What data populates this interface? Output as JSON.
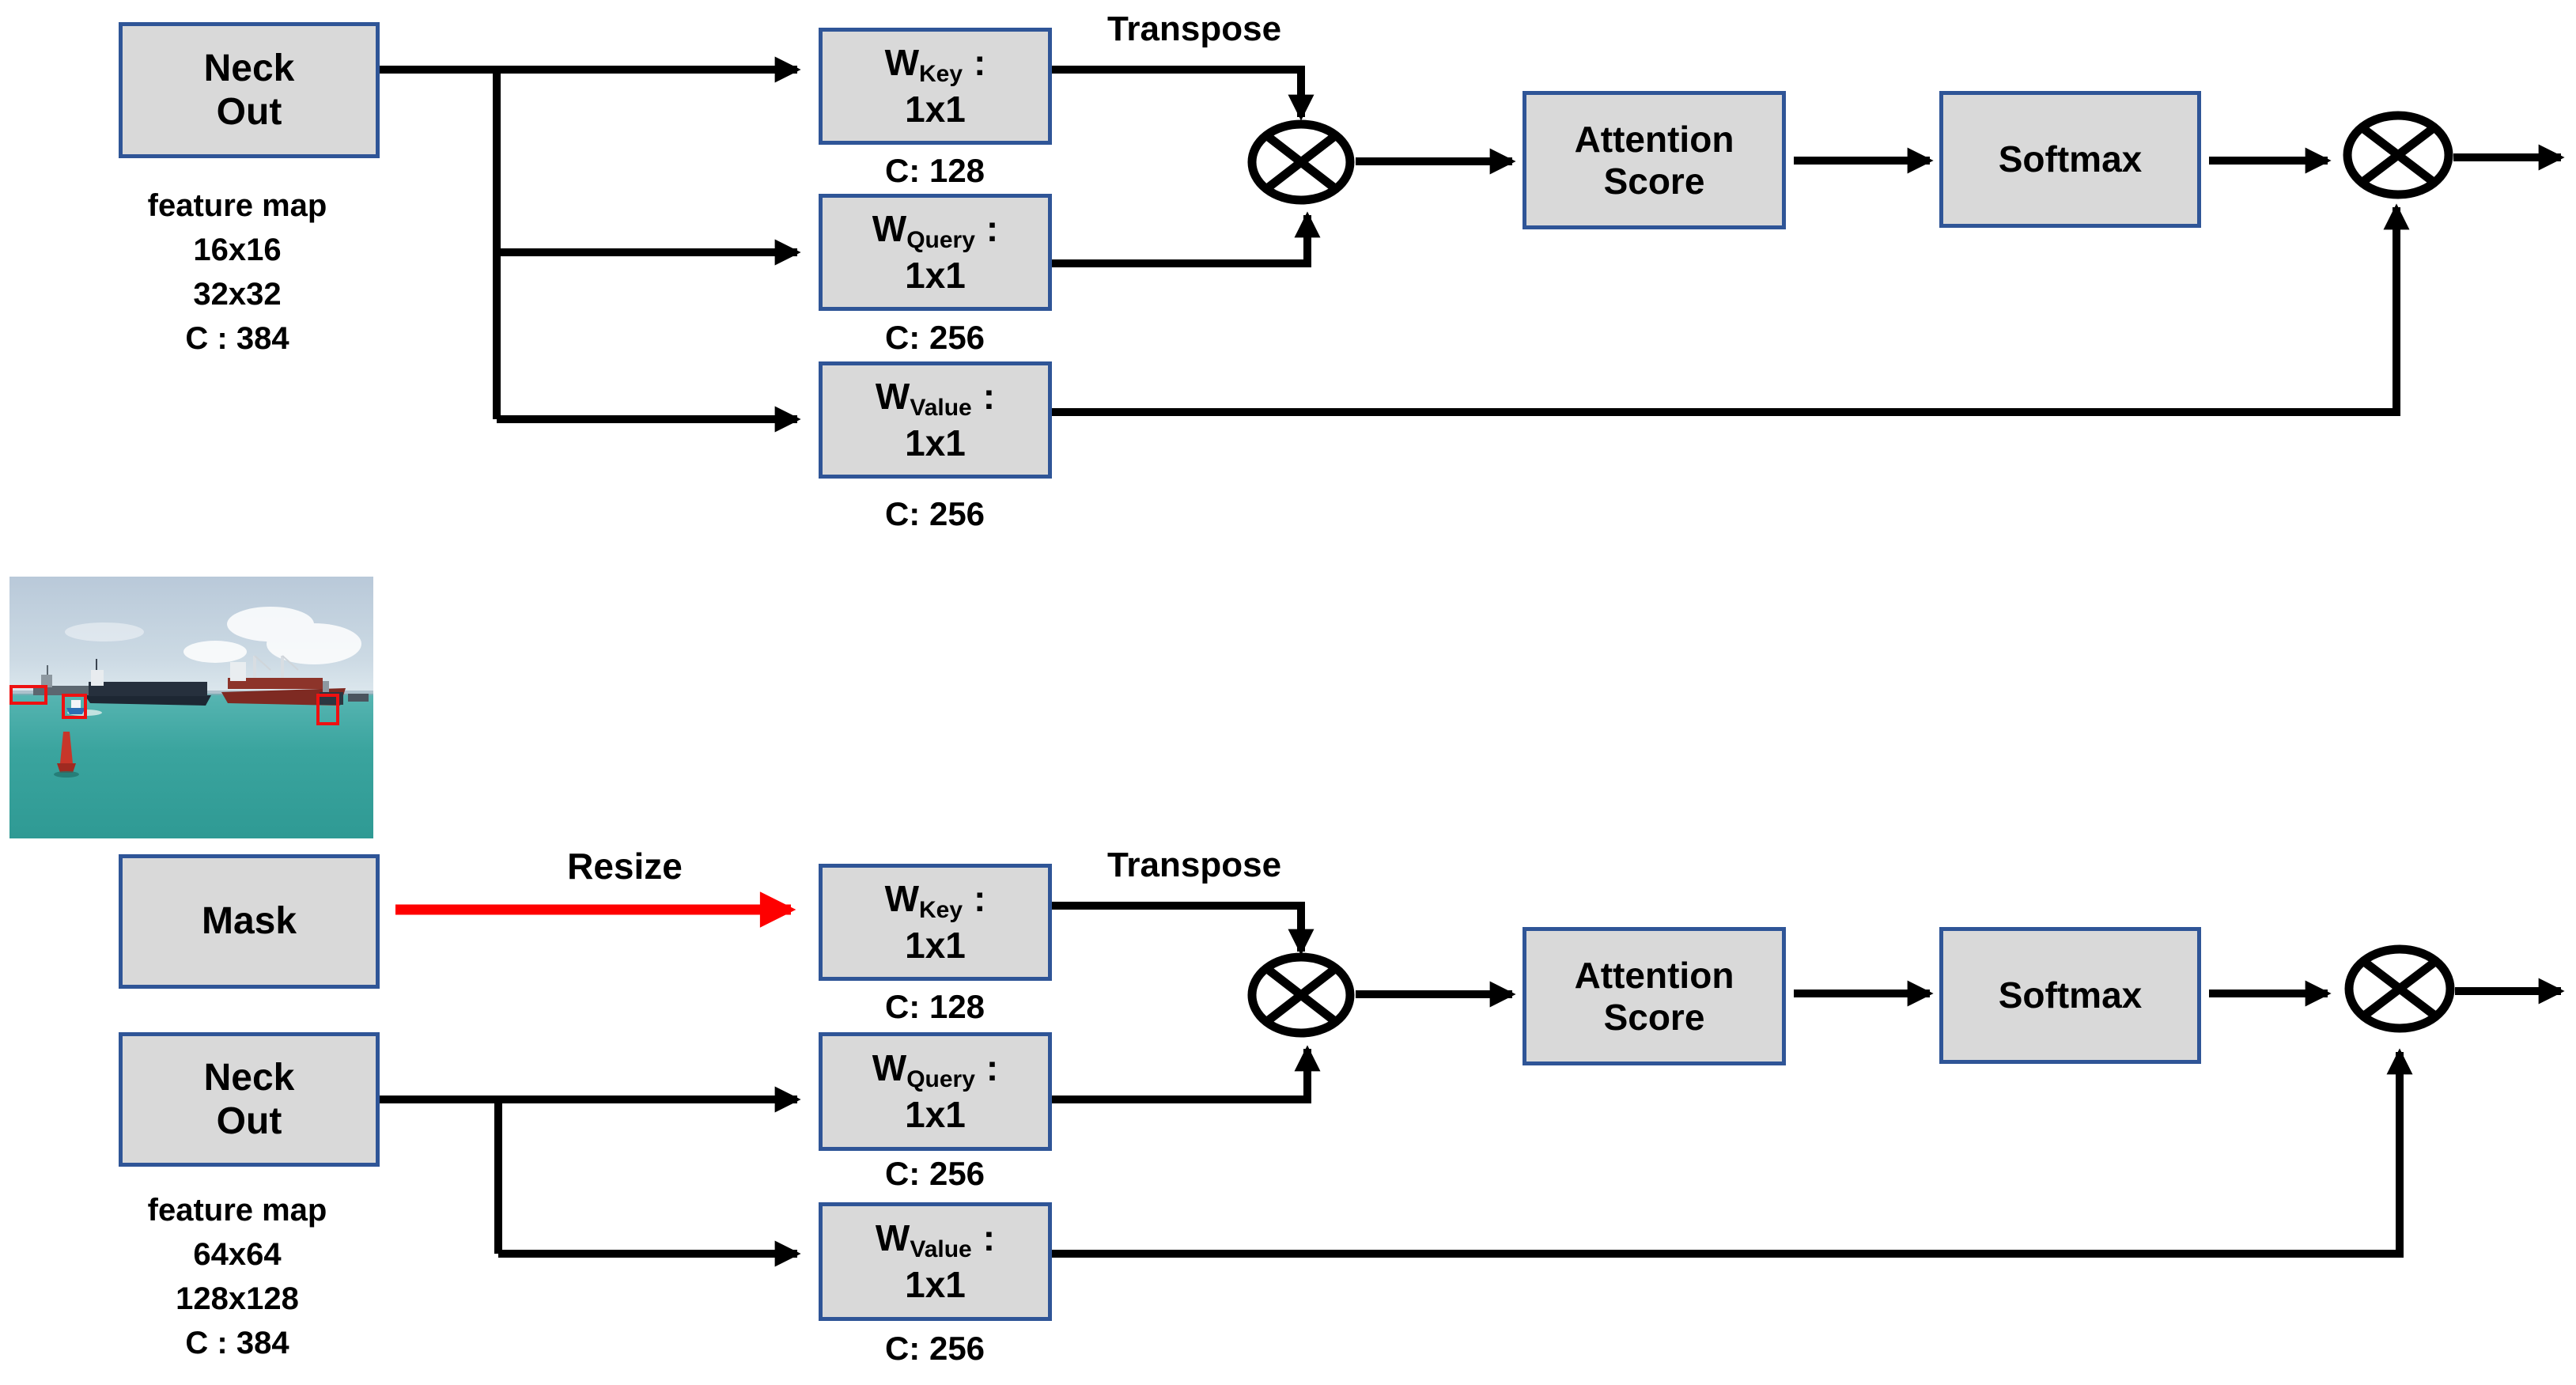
{
  "top": {
    "neck": {
      "line1": "Neck",
      "line2": "Out"
    },
    "feature_map": {
      "title": "feature map",
      "size1": "16x16",
      "size2": "32x32",
      "channels": "C : 384"
    },
    "transpose": "Transpose",
    "w_key": {
      "base": "W",
      "sub": "Key",
      "colon": ":",
      "kernel": "1x1",
      "channels": "C: 128"
    },
    "w_query": {
      "base": "W",
      "sub": "Query",
      "colon": ":",
      "kernel": "1x1",
      "channels": "C: 256"
    },
    "w_value": {
      "base": "W",
      "sub": "Value",
      "colon": ":",
      "kernel": "1x1",
      "channels": "C: 256"
    },
    "attention": {
      "line1": "Attention",
      "line2": "Score"
    },
    "softmax": "Softmax"
  },
  "bottom": {
    "mask": "Mask",
    "resize": "Resize",
    "neck": {
      "line1": "Neck",
      "line2": "Out"
    },
    "feature_map": {
      "title": "feature map",
      "size1": "64x64",
      "size2": "128x128",
      "channels": "C : 384"
    },
    "transpose": "Transpose",
    "w_key": {
      "base": "W",
      "sub": "Key",
      "colon": ":",
      "kernel": "1x1",
      "channels": "C: 128"
    },
    "w_query": {
      "base": "W",
      "sub": "Query",
      "colon": ":",
      "kernel": "1x1",
      "channels": "C: 256"
    },
    "w_value": {
      "base": "W",
      "sub": "Value",
      "colon": ":",
      "kernel": "1x1",
      "channels": "C: 256"
    },
    "attention": {
      "line1": "Attention",
      "line2": "Score"
    },
    "softmax": "Softmax"
  },
  "colors": {
    "box_fill": "#d9d9d9",
    "box_border": "#2f5597",
    "arrow": "#000000",
    "resize_arrow": "#fe0000",
    "bbox_red": "#ee1111"
  }
}
